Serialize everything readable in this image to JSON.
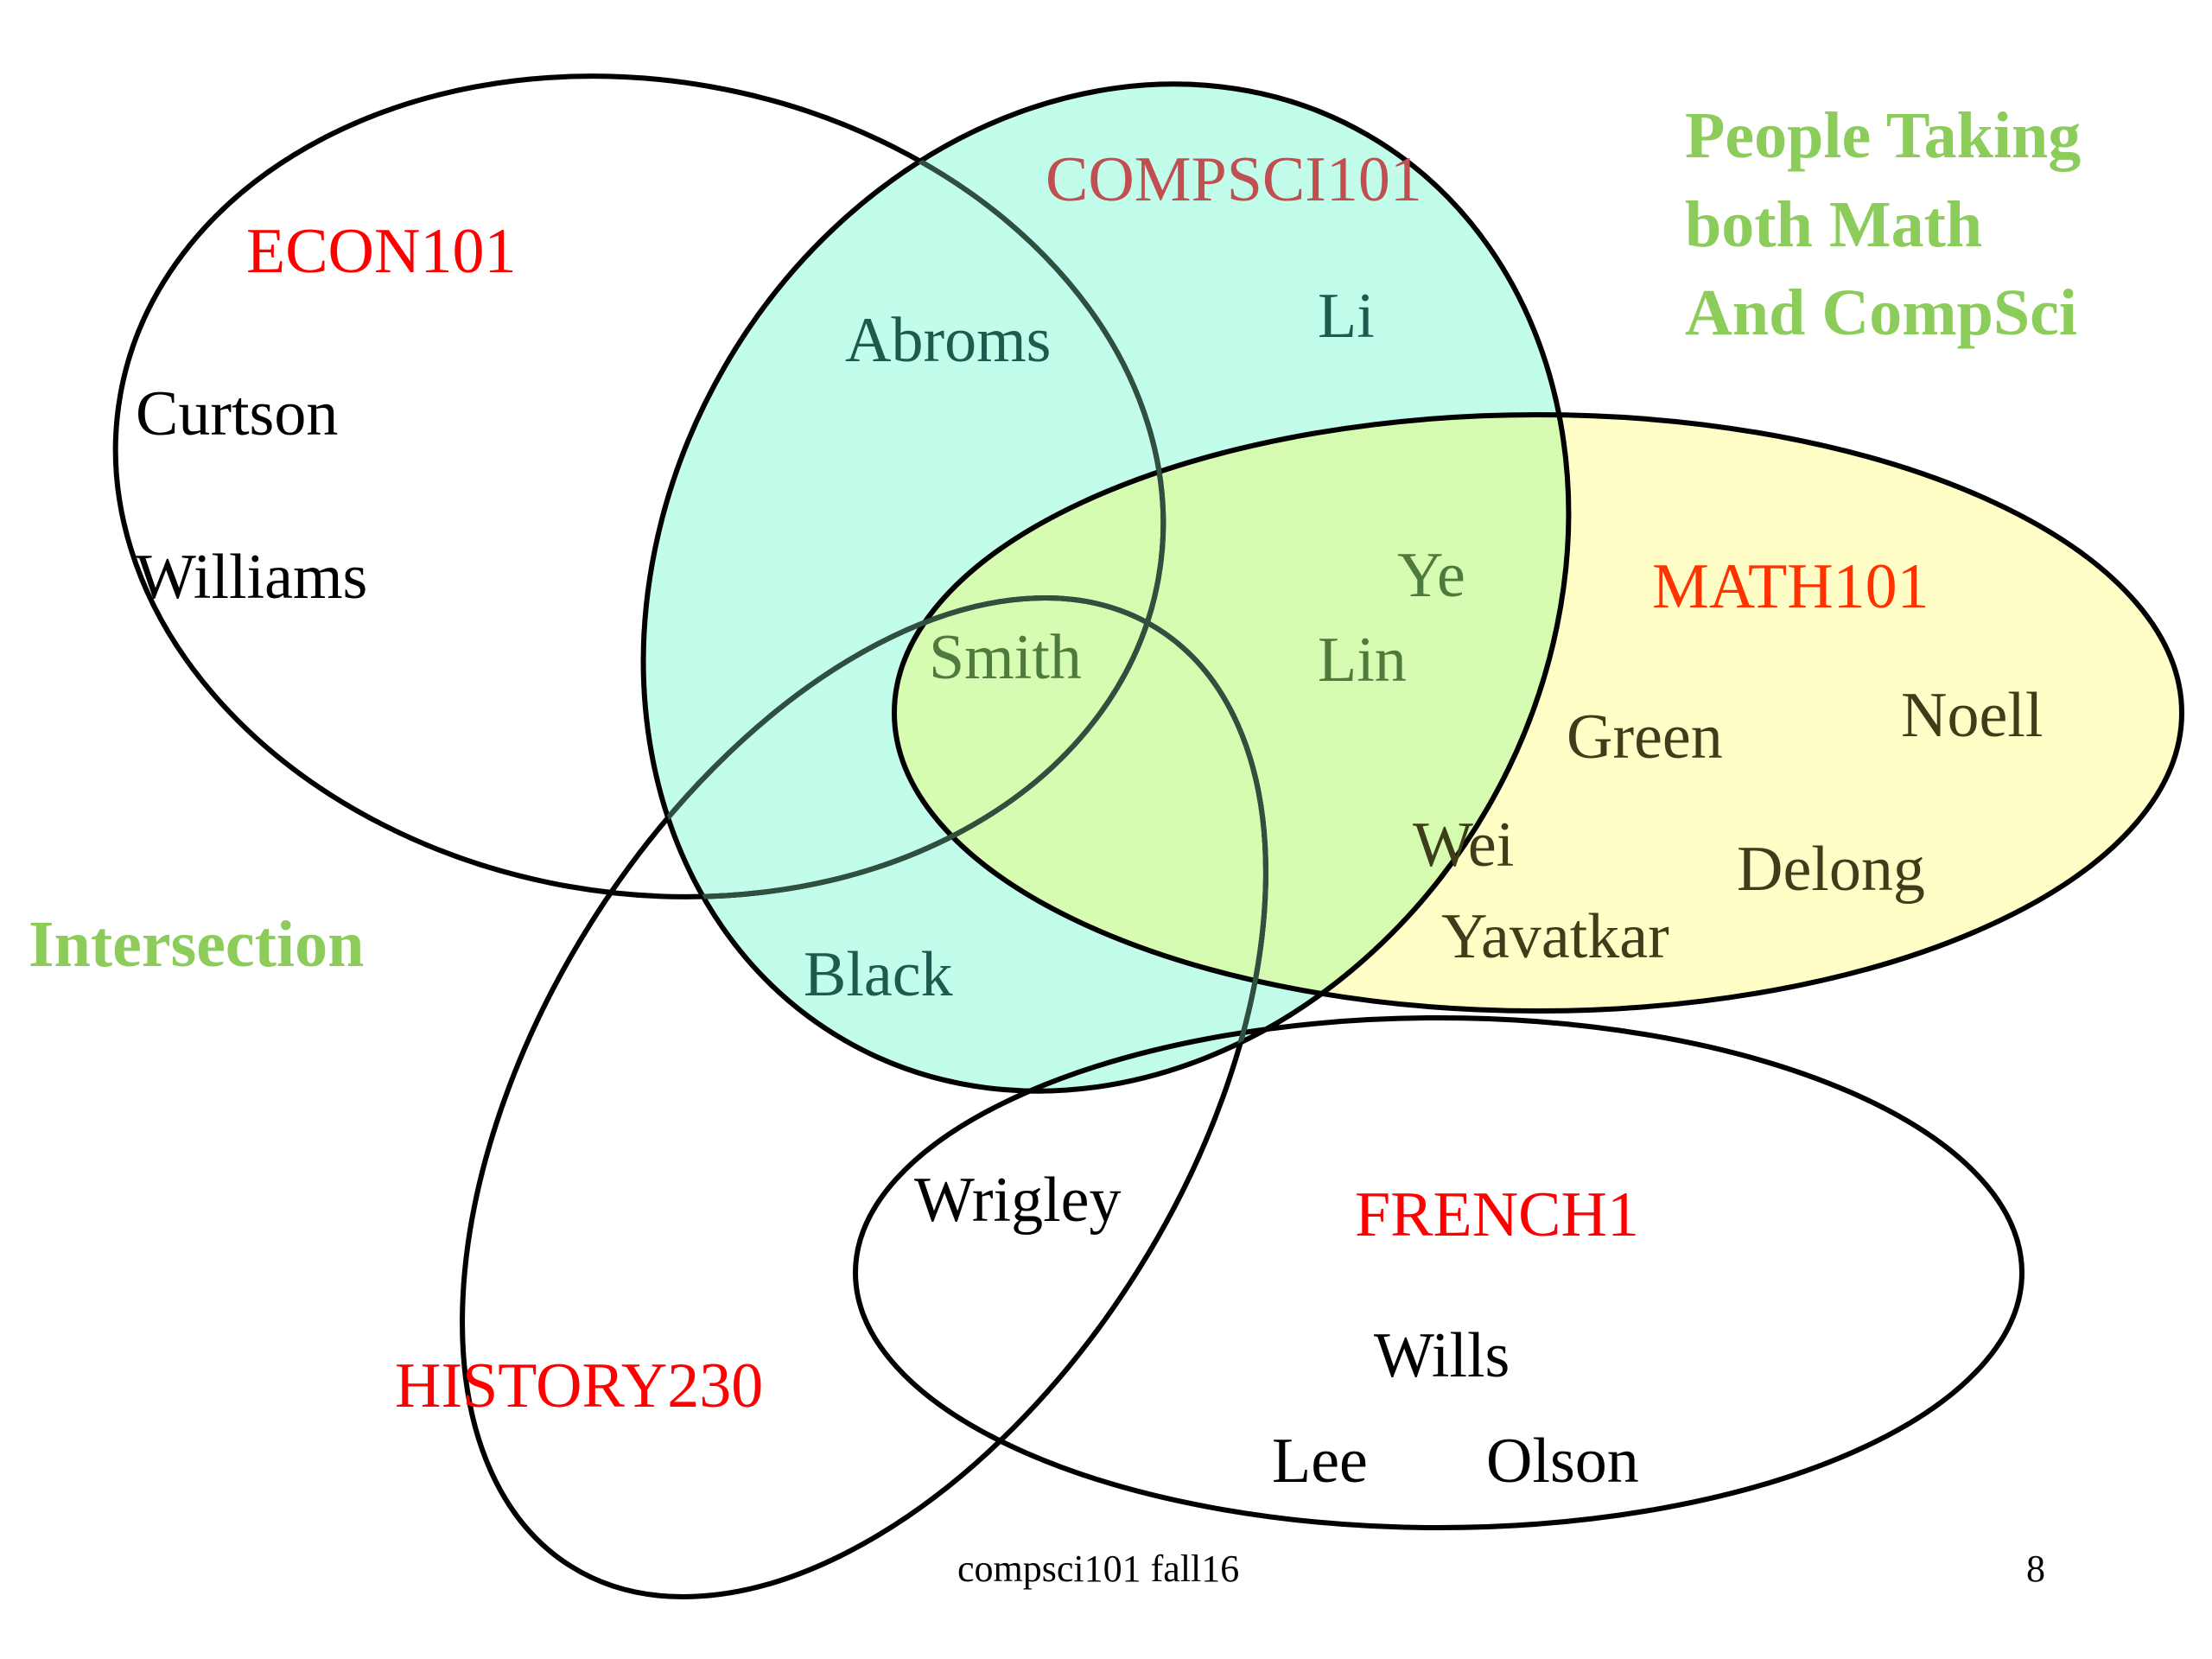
{
  "sets": {
    "econ": {
      "label": "ECON101",
      "label_color": "#ff0000",
      "fill": "none"
    },
    "compsci": {
      "label": "COMPSCI101",
      "label_color": "#c05050",
      "fill": "#c2fcea"
    },
    "math": {
      "label": "MATH101",
      "label_color": "#ff3300",
      "fill": "#fefec6"
    },
    "history": {
      "label": "HISTORY230",
      "label_color": "#ff0000",
      "fill": "none"
    },
    "french": {
      "label": "FRENCH1",
      "label_color": "#ff0000",
      "fill": "none"
    }
  },
  "overlap_fill": "#d5fcb0",
  "names": {
    "curtson": "Curtson",
    "williams": "Williams",
    "abroms": "Abroms",
    "li": "Li",
    "ye": "Ye",
    "lin": "Lin",
    "smith": "Smith",
    "black": "Black",
    "green": "Green",
    "noell": "Noell",
    "wei": "Wei",
    "delong": "Delong",
    "yavatkar": "Yavatkar",
    "wrigley": "Wrigley",
    "wills": "Wills",
    "lee": "Lee",
    "olson": "Olson"
  },
  "annotations": {
    "note_line1": "People Taking",
    "note_line2": "both Math",
    "note_line3": "And CompSci",
    "intersection": "Intersection",
    "color": "#8ccc5a"
  },
  "footer": {
    "course": "compsci101 fall16",
    "page": "8"
  }
}
